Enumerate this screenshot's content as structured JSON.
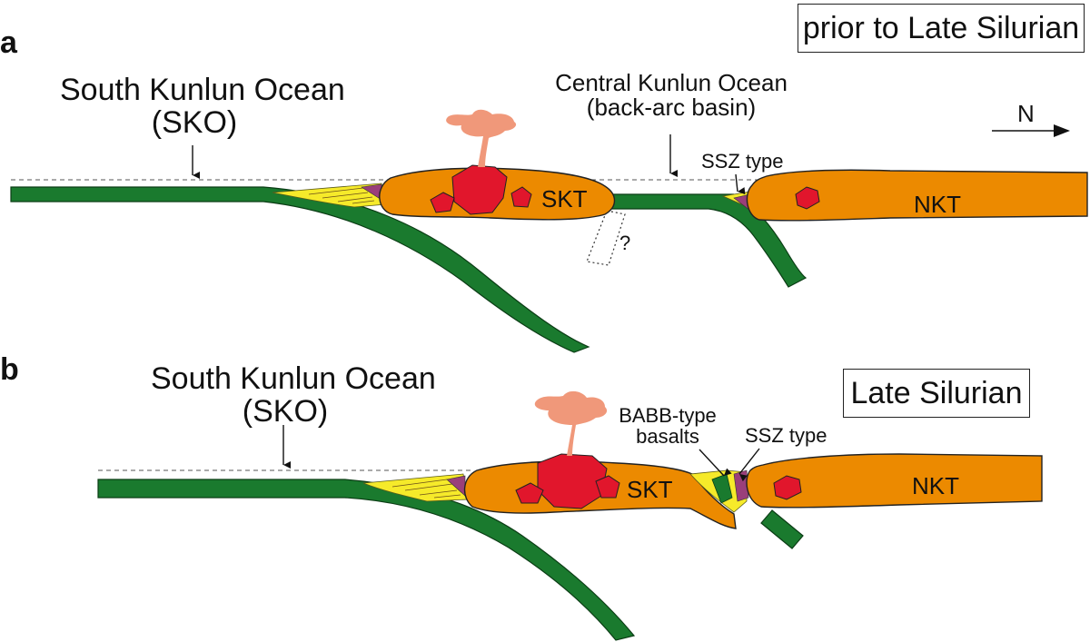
{
  "panel_a": {
    "letter": "a",
    "time_label": "prior to Late Silurian",
    "sko_label_1": "South Kunlun Ocean",
    "sko_label_2": "(SKO)",
    "cko_label_1": "Central Kunlun Ocean",
    "cko_label_2": "(back-arc basin)",
    "ssz_label": "SSZ type",
    "skt_label": "SKT",
    "nkt_label": "NKT",
    "question_mark": "?",
    "north_label": "N"
  },
  "panel_b": {
    "letter": "b",
    "time_label": "Late Silurian",
    "sko_label_1": "South Kunlun Ocean",
    "sko_label_2": "(SKO)",
    "babb_label_1": "BABB-type",
    "babb_label_2": "basalts",
    "ssz_label": "SSZ type",
    "skt_label": "SKT",
    "nkt_label": "NKT"
  },
  "colors": {
    "oceanic_crust": "#1a7a2e",
    "terrane": "#ec8a00",
    "magma": "#e1162c",
    "plume": "#f0987a",
    "sediment": "#f6ea2a",
    "ophiolite": "#9a3f7a"
  }
}
